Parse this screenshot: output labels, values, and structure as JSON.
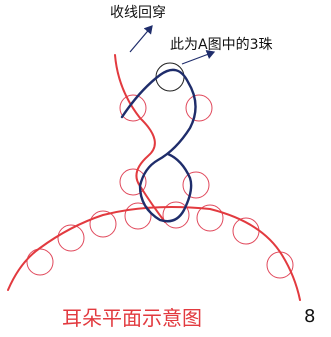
{
  "labels": {
    "return_thread": "收线回穿",
    "bead_note": "此为A图中的3珠"
  },
  "caption": "耳朵平面示意图",
  "page_number": "8",
  "colors": {
    "thread_red": "#e23a3f",
    "thread_blue": "#1f2d6b",
    "bead_outline": "#e0475a",
    "caption_color": "#e23a3f"
  }
}
